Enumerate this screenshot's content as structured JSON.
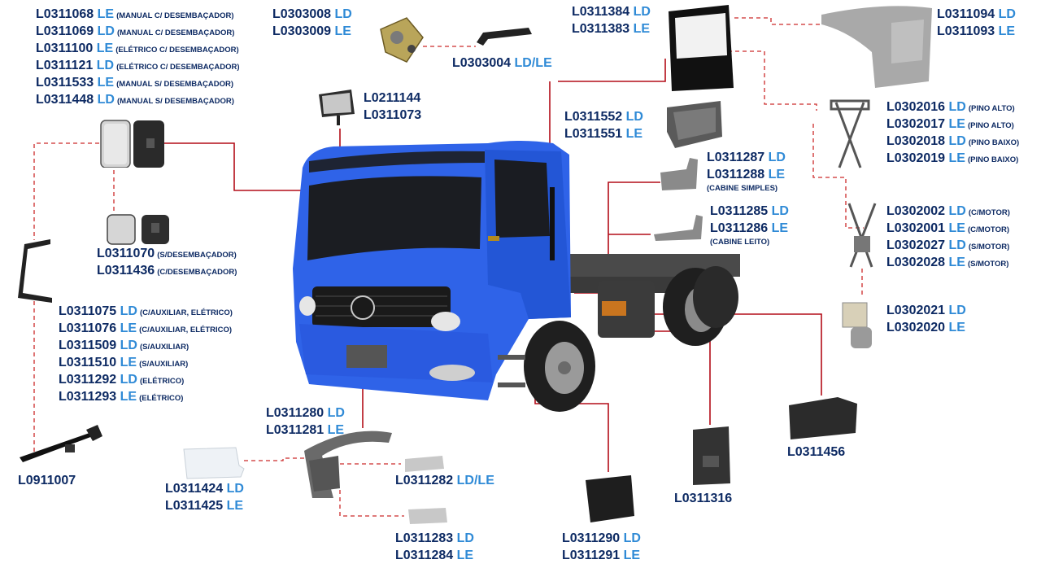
{
  "colors": {
    "code": "#0d2a63",
    "side": "#2f8ad6",
    "truck": "#2f63e8",
    "leader_solid": "#b30d18",
    "leader_dashed": "#cc2a2a"
  },
  "groups": {
    "mirror_main": [
      {
        "code": "L0311068",
        "side": "LE",
        "note": "(MANUAL C/ DESEMBAÇADOR)"
      },
      {
        "code": "L0311069",
        "side": "LD",
        "note": "(MANUAL C/ DESEMBAÇADOR)"
      },
      {
        "code": "L0311100",
        "side": "LE",
        "note": "(ELÉTRICO C/ DESEMBAÇADOR)"
      },
      {
        "code": "L0311121",
        "side": "LD",
        "note": "(ELÉTRICO C/ DESEMBAÇADOR)"
      },
      {
        "code": "L0311533",
        "side": "LE",
        "note": "(MANUAL S/ DESEMBAÇADOR)"
      },
      {
        "code": "L0311448",
        "side": "LD",
        "note": "(MANUAL S/ DESEMBAÇADOR)"
      }
    ],
    "lock": [
      {
        "code": "L0303008",
        "side": "LD",
        "note": ""
      },
      {
        "code": "L0303009",
        "side": "LE",
        "note": ""
      }
    ],
    "handle": [
      {
        "code": "L0303004",
        "side": "LD/LE",
        "note": ""
      }
    ],
    "door": [
      {
        "code": "L0311384",
        "side": "LD",
        "note": ""
      },
      {
        "code": "L0311383",
        "side": "LE",
        "note": ""
      }
    ],
    "fender_top": [
      {
        "code": "L0311094",
        "side": "LD",
        "note": ""
      },
      {
        "code": "L0311093",
        "side": "LE",
        "note": ""
      }
    ],
    "wide_mirror": [
      {
        "code": "L0211144",
        "side": "",
        "note": ""
      },
      {
        "code": "L0311073",
        "side": "",
        "note": ""
      }
    ],
    "door_panel": [
      {
        "code": "L0311552",
        "side": "LD",
        "note": ""
      },
      {
        "code": "L0311551",
        "side": "LE",
        "note": ""
      }
    ],
    "regulator_manual": [
      {
        "code": "L0302016",
        "side": "LD",
        "note": "(PINO ALTO)"
      },
      {
        "code": "L0302017",
        "side": "LE",
        "note": "(PINO ALTO)"
      },
      {
        "code": "L0302018",
        "side": "LD",
        "note": "(PINO BAIXO)"
      },
      {
        "code": "L0302019",
        "side": "LE",
        "note": "(PINO BAIXO)"
      }
    ],
    "cab_panel_simple": {
      "lines": [
        {
          "code": "L0311287",
          "side": "LD",
          "note": ""
        },
        {
          "code": "L0311288",
          "side": "LE",
          "note": ""
        }
      ],
      "sub": "(CABINE SIMPLES)"
    },
    "cab_panel_sleeper": {
      "lines": [
        {
          "code": "L0311285",
          "side": "LD",
          "note": ""
        },
        {
          "code": "L0311286",
          "side": "LE",
          "note": ""
        }
      ],
      "sub": "(CABINE LEITO)"
    },
    "regulator_motor": [
      {
        "code": "L0302002",
        "side": "LD",
        "note": "(C/MOTOR)"
      },
      {
        "code": "L0302001",
        "side": "LE",
        "note": "(C/MOTOR)"
      },
      {
        "code": "L0302027",
        "side": "LD",
        "note": "(S/MOTOR)"
      },
      {
        "code": "L0302028",
        "side": "LE",
        "note": "(S/MOTOR)"
      }
    ],
    "mirror_small": [
      {
        "code": "L0311070",
        "side": "",
        "note": "(S/DESEMBAÇADOR)"
      },
      {
        "code": "L0311436",
        "side": "",
        "note": "(C/DESEMBAÇADOR)"
      }
    ],
    "motor": [
      {
        "code": "L0302021",
        "side": "LD",
        "note": ""
      },
      {
        "code": "L0302020",
        "side": "LE",
        "note": ""
      }
    ],
    "mirror_arm": [
      {
        "code": "L0311075",
        "side": "LD",
        "note": "(C/AUXILIAR, ELÉTRICO)"
      },
      {
        "code": "L0311076",
        "side": "LE",
        "note": "(C/AUXILIAR, ELÉTRICO)"
      },
      {
        "code": "L0311509",
        "side": "LD",
        "note": "(S/AUXILIAR)"
      },
      {
        "code": "L0311510",
        "side": "LE",
        "note": "(S/AUXILIAR)"
      },
      {
        "code": "L0311292",
        "side": "LD",
        "note": "(ELÉTRICO)"
      },
      {
        "code": "L0311293",
        "side": "LE",
        "note": "(ELÉTRICO)"
      }
    ],
    "fender_front": [
      {
        "code": "L0311280",
        "side": "LD",
        "note": ""
      },
      {
        "code": "L0311281",
        "side": "LE",
        "note": ""
      }
    ],
    "battery_box": [
      {
        "code": "L0311456",
        "side": "",
        "note": ""
      }
    ],
    "rod": [
      {
        "code": "L0911007",
        "side": "",
        "note": ""
      }
    ],
    "step_cover": [
      {
        "code": "L0311424",
        "side": "LD",
        "note": ""
      },
      {
        "code": "L0311425",
        "side": "LE",
        "note": ""
      }
    ],
    "step_plate_upper": [
      {
        "code": "L0311282",
        "side": "LD/LE",
        "note": ""
      }
    ],
    "tank_cover": [
      {
        "code": "L0311316",
        "side": "",
        "note": ""
      }
    ],
    "step_plate_lower": [
      {
        "code": "L0311283",
        "side": "LD",
        "note": ""
      },
      {
        "code": "L0311284",
        "side": "LE",
        "note": ""
      }
    ],
    "mudguard": [
      {
        "code": "L0311290",
        "side": "LD",
        "note": ""
      },
      {
        "code": "L0311291",
        "side": "LE",
        "note": ""
      }
    ]
  }
}
